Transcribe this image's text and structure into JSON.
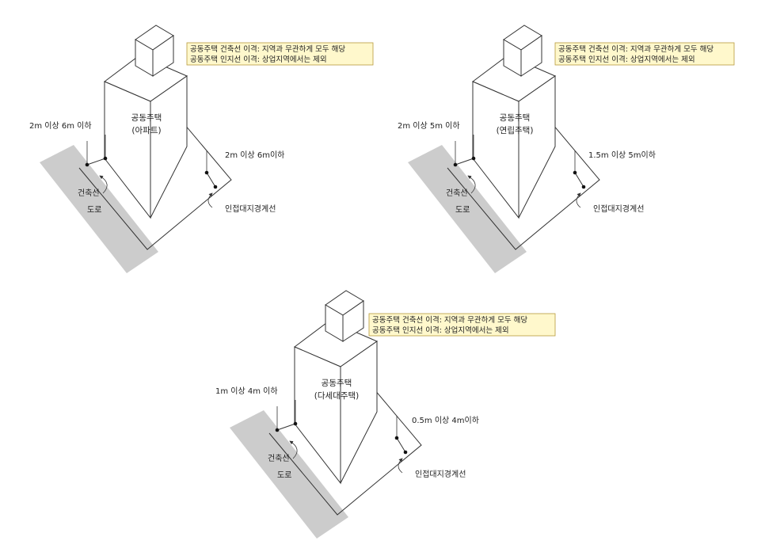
{
  "diagrams": [
    {
      "id": "apartment",
      "note_line1": "공동주택 건축선 이격: 지역과 무관하게 모두 해당",
      "note_line2": "공동주택 인지선 이격:        상업지역에서는 제외",
      "building_name": "공동주택",
      "building_type": "(아파트)",
      "front_setback": "2m 이상 6m 이하",
      "side_setback": "2m 이상 6m이하",
      "building_line_label": "건축선",
      "road_label": "도로",
      "boundary_label": "인접대지경계선"
    },
    {
      "id": "row-house",
      "note_line1": "공동주택 건축선 이격: 지역과 무관하게 모두 해당",
      "note_line2": "공동주택 인지선 이격:        상업지역에서는 제외",
      "building_name": "공동주택",
      "building_type": "(연립주택)",
      "front_setback": "2m 이상 5m 이하",
      "side_setback": "1.5m 이상 5m이하",
      "building_line_label": "건축선",
      "road_label": "도로",
      "boundary_label": "인접대지경계선"
    },
    {
      "id": "multiplex",
      "note_line1": "공동주택 건축선 이격: 지역과 무관하게 모두 해당",
      "note_line2": "공동주택 인지선 이격:        상업지역에서는 제외",
      "building_name": "공동주택",
      "building_type": "(다세대주택)",
      "front_setback": "1m 이상 4m 이하",
      "side_setback": "0.5m 이상 4m이하",
      "building_line_label": "건축선",
      "road_label": "도로",
      "boundary_label": "인접대지경계선"
    }
  ],
  "colors": {
    "note_fill": "#fff8cc",
    "note_stroke": "#b89a3a",
    "road_fill": "#cccccc",
    "line": "#333333"
  }
}
